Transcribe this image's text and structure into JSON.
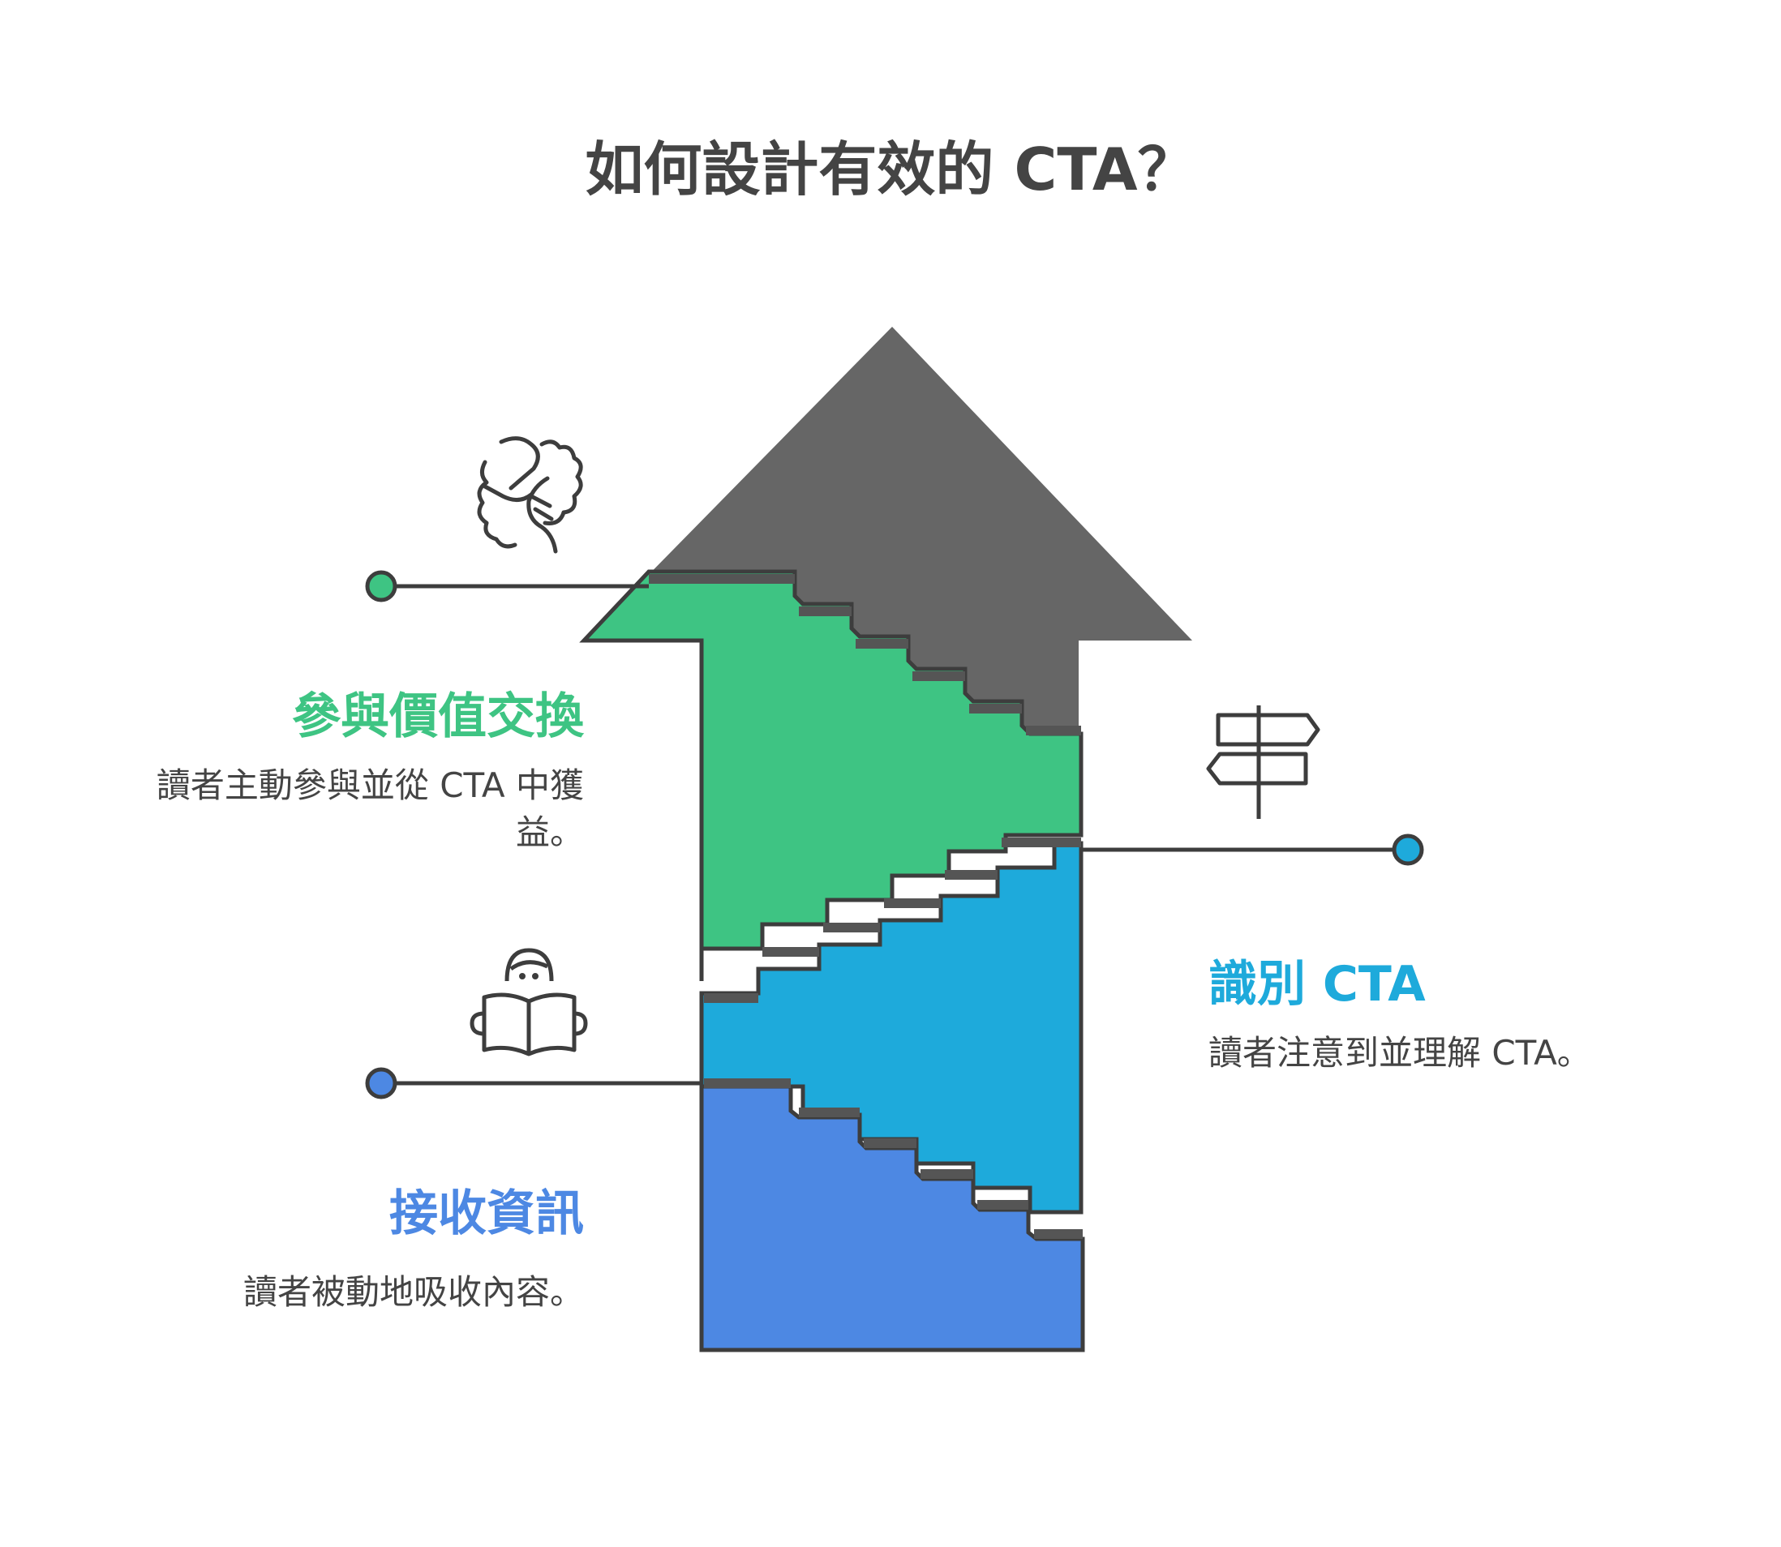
{
  "title": "如何設計有效的 CTA？",
  "colors": {
    "arrow_head": "#666666",
    "engage": "#3EC483",
    "identify": "#1EAADB",
    "receive": "#4D88E3",
    "outline": "#3D3D3D"
  },
  "stages": [
    {
      "id": "engage",
      "title": "參與價值交換",
      "description": "讀者主動參與並從 CTA 中獲益。",
      "icon": "handshake-icon"
    },
    {
      "id": "identify",
      "title": "識別 CTA",
      "description": "讀者注意到並理解 CTA。",
      "icon": "signpost-icon"
    },
    {
      "id": "receive",
      "title": "接收資訊",
      "description": "讀者被動地吸收內容。",
      "icon": "reader-icon"
    }
  ]
}
